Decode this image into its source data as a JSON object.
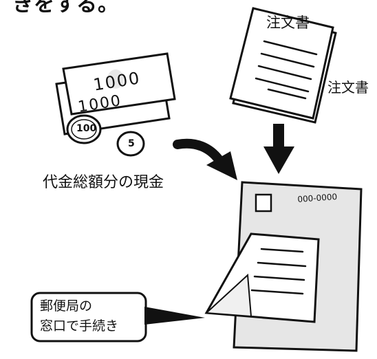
{
  "caption_top": "きをする。",
  "order_form": {
    "title": "注文書",
    "label": "注文書"
  },
  "cash": {
    "bill_amount": "1000",
    "bill_amount_back": "1000",
    "coin_100": "100",
    "coin_5": "5",
    "label": "代金総額分の現金"
  },
  "envelope": {
    "postal_code": "000-0000"
  },
  "speech_bubble": {
    "line1": "郵便局の",
    "line2": "窓口で手続き"
  },
  "colors": {
    "ink": "#111111",
    "paper": "#ffffff",
    "paper_shade": "#f0f0f0",
    "envelope_fill": "#e6e6e6"
  }
}
